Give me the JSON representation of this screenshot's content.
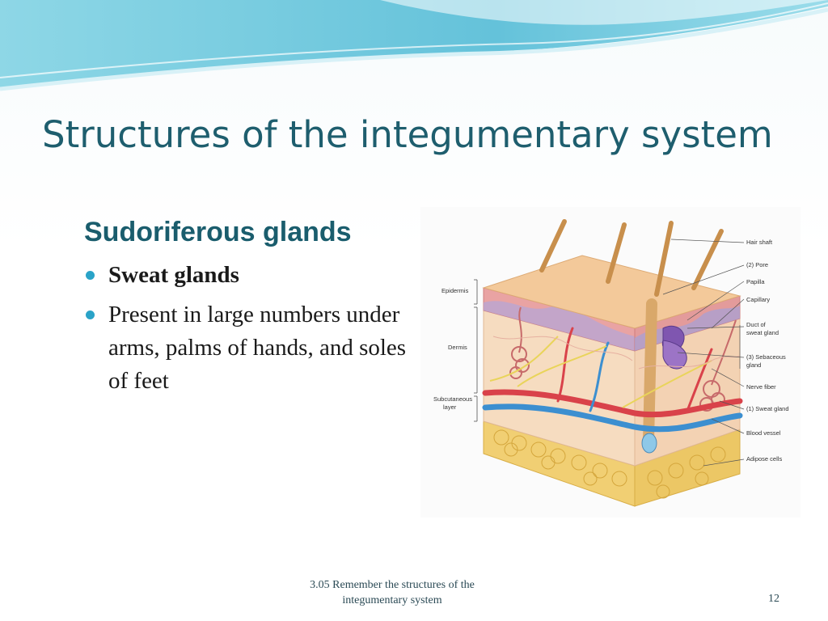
{
  "slide": {
    "title": "Structures of the integumentary system",
    "subheading": "Sudoriferous glands",
    "bullets": [
      "Sweat glands",
      "Present in large numbers under arms, palms of hands, and soles of feet"
    ],
    "footer": {
      "line1": "3.05 Remember the structures of the",
      "line2": "integumentary system"
    },
    "page_number": "12"
  },
  "figure": {
    "left_labels": [
      "Epidermis",
      "Dermis",
      "Subcutaneous",
      "layer"
    ],
    "right_labels": [
      "Hair shaft",
      "(2) Pore",
      "Papilla",
      "Capillary",
      "Duct of",
      "sweat gland",
      "(3) Sebaceous",
      "gland",
      "Nerve fiber",
      "(1) Sweat gland",
      "Blood vessel",
      "Adipose cells"
    ]
  },
  "colors": {
    "title": "#1e5e6e",
    "subheading": "#1a5d6d",
    "bullet": "#2aa3c8",
    "banner": "#7fcfe0"
  }
}
